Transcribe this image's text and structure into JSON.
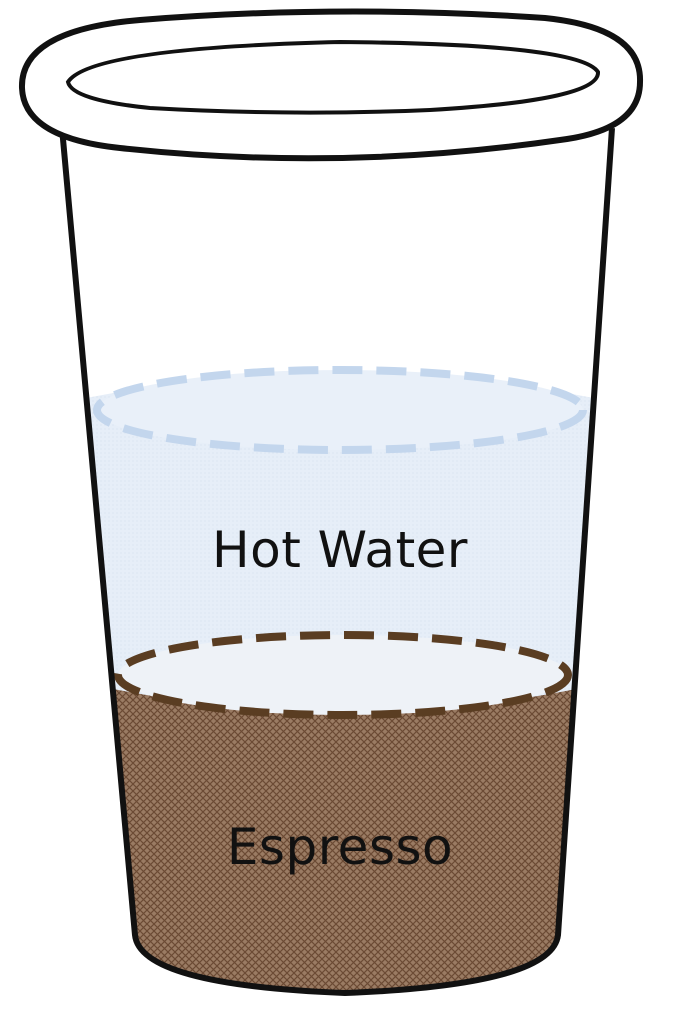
{
  "layers": [
    {
      "label": "Hot Water",
      "fill_color": "#e4edf7",
      "outline_color": "#c5d8ee",
      "outline_style": "dashed"
    },
    {
      "label": "Espresso",
      "fill_color": "#8b6b55",
      "outline_color": "#5a3d22",
      "outline_style": "dashed"
    }
  ],
  "cup": {
    "stroke_color": "#111111",
    "fill_color": "#ffffff",
    "lid_icon": "cup-rim-icon"
  }
}
